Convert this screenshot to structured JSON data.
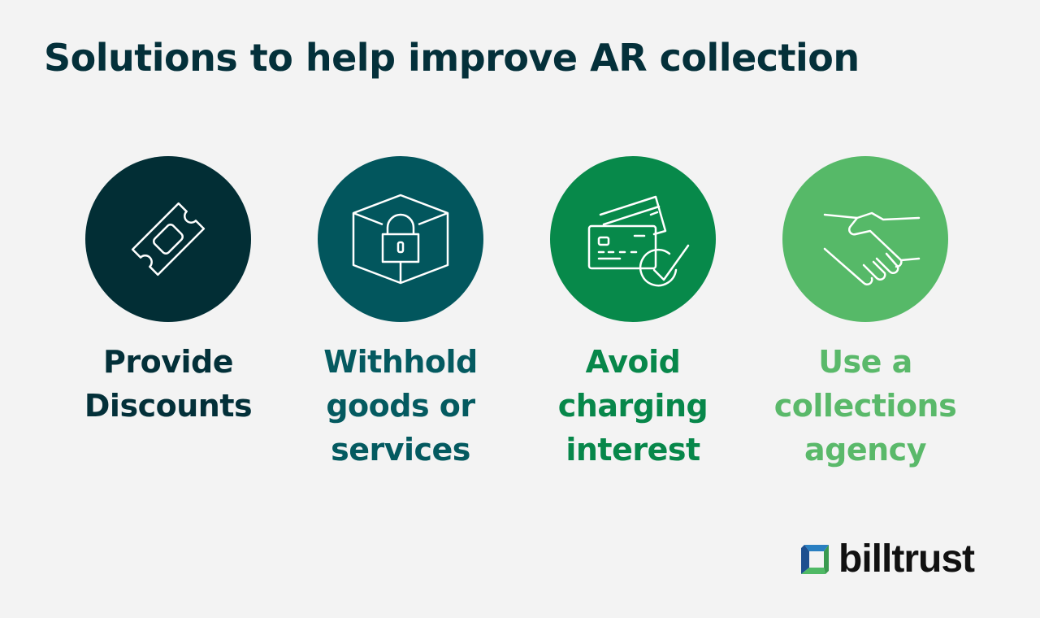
{
  "title": "Solutions to help improve AR collection",
  "items": [
    {
      "label_lines": [
        "Provide",
        "Discounts"
      ],
      "icon": "ticket-icon",
      "circle_color": "#022e35",
      "text_color": "#033039"
    },
    {
      "label_lines": [
        "Withhold",
        "goods or",
        "services"
      ],
      "icon": "box-lock-icon",
      "circle_color": "#02565d",
      "text_color": "#045a60"
    },
    {
      "label_lines": [
        "Avoid",
        "charging",
        "interest"
      ],
      "icon": "credit-cards-check-icon",
      "circle_color": "#07894a",
      "text_color": "#07874a"
    },
    {
      "label_lines": [
        "Use a",
        "collections",
        "agency"
      ],
      "icon": "handshake-icon",
      "circle_color": "#56b968",
      "text_color": "#5ab96a"
    }
  ],
  "logo": {
    "text": "billtrust",
    "colors": {
      "blue": "#2a7fc1",
      "green": "#4fb965",
      "dark_blue": "#1d4f8f"
    }
  }
}
